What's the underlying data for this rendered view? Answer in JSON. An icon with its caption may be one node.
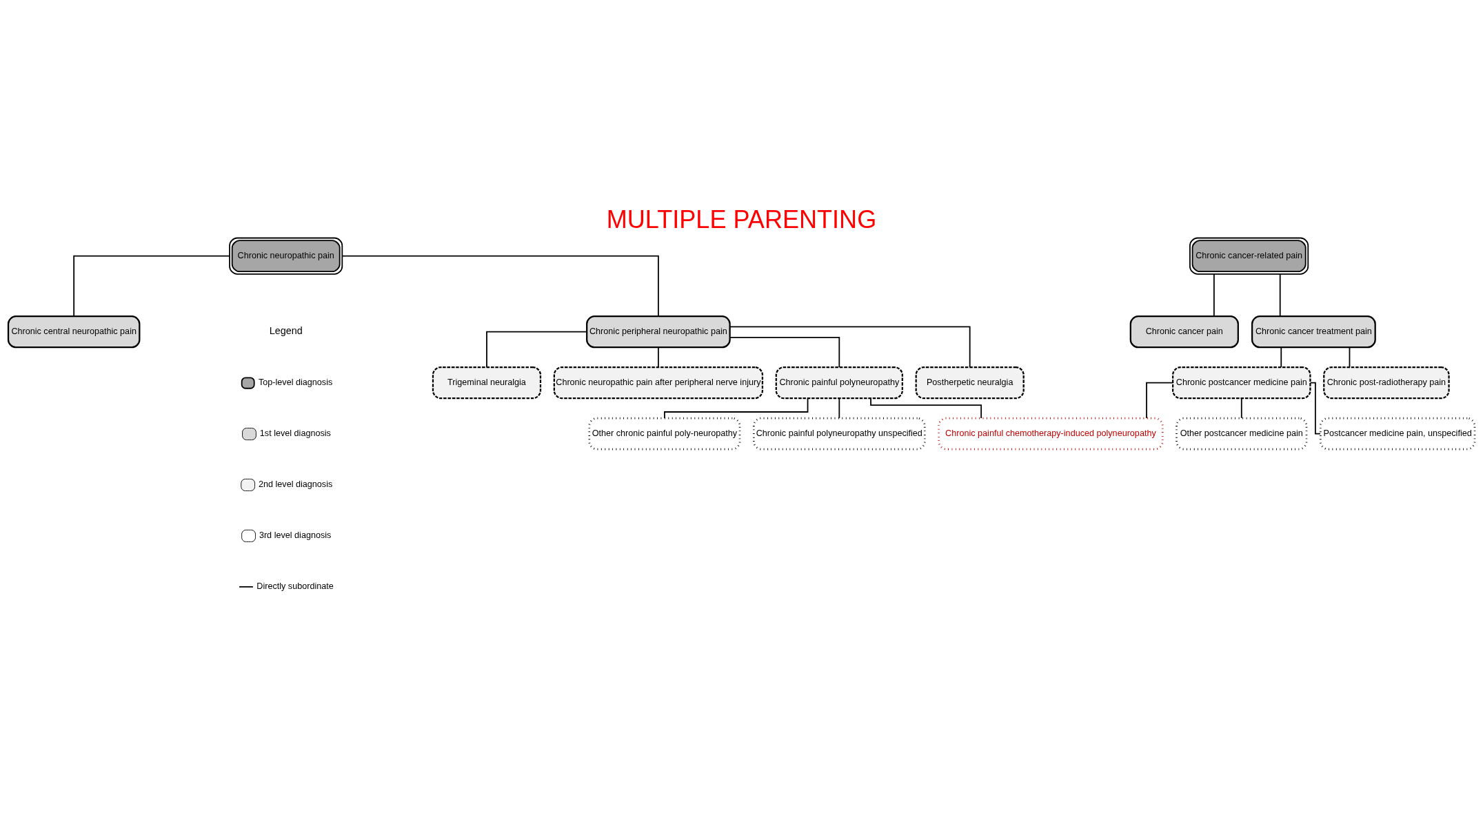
{
  "diagram": {
    "title": "MULTIPLE PARENTING",
    "nodes": [
      {
        "text": [
          "Chronic neuropathic pain"
        ]
      },
      {
        "text": [
          "Chronic central neuropathic pain"
        ]
      },
      {
        "text": [
          "Chronic peripheral neuropathic pain"
        ]
      },
      {
        "text": [
          "Trigeminal neuralgia"
        ]
      },
      {
        "text": [
          "Chronic neuropathic pain after peripheral nerve injury"
        ]
      },
      {
        "text": [
          "Chronic painful polyneuropathy"
        ]
      },
      {
        "text": [
          "Postherpetic neuralgia"
        ]
      },
      {
        "text": [
          "Chronic cancer-related pain"
        ]
      },
      {
        "text": [
          "Chronic cancer pain"
        ]
      },
      {
        "text": [
          "Chronic cancer treatment pain"
        ]
      },
      {
        "text": [
          "Chronic postcancer medicine pain"
        ]
      },
      {
        "text": [
          "Chronic post-radiotherapy pain"
        ]
      },
      {
        "text": [
          "Chronic painful chemotherapy-induced polyneuropathy"
        ]
      },
      {
        "text": [
          "Other postcancer medicine pain"
        ]
      },
      {
        "text": [
          "Postcancer medicine pain, unspecified"
        ]
      },
      {
        "text": [
          "Other chronic painful poly-neuropathy"
        ]
      },
      {
        "text": [
          "Chronic painful polyneuropathy unspecified"
        ]
      }
    ],
    "edges": [
      {
        "from": 0,
        "to": 1,
        "arrow": "none"
      },
      {
        "from": 0,
        "to": 2,
        "arrow": "none"
      },
      {
        "from": 2,
        "to": 3,
        "arrow": "none"
      },
      {
        "from": 2,
        "to": 4,
        "arrow": "none"
      },
      {
        "from": 2,
        "to": 5,
        "arrow": "none"
      },
      {
        "from": 2,
        "to": 6,
        "arrow": "none"
      },
      {
        "from": 7,
        "to": 8,
        "arrow": "none"
      },
      {
        "from": 7,
        "to": 9,
        "arrow": "none"
      },
      {
        "from": 9,
        "to": 10,
        "arrow": "none"
      },
      {
        "from": 9,
        "to": 11,
        "arrow": "none"
      },
      {
        "from": 10,
        "to": 12,
        "arrow": "none"
      },
      {
        "from": 10,
        "to": 13,
        "arrow": "none"
      },
      {
        "from": 10,
        "to": 14,
        "arrow": "none"
      },
      {
        "from": 5,
        "to": 12,
        "arrow": "none"
      },
      {
        "from": 5,
        "to": 15,
        "arrow": "none"
      },
      {
        "from": 5,
        "to": 16,
        "arrow": "none"
      }
    ],
    "labels": [
      "Legend"
    ],
    "legend": [
      {
        "text": "Top-level diagnosis"
      },
      {
        "text": "1st level diagnosis"
      },
      {
        "text": "2nd level diagnosis"
      },
      {
        "text": "3rd level diagnosis"
      },
      {
        "text": "Directly subordinate"
      }
    ]
  }
}
